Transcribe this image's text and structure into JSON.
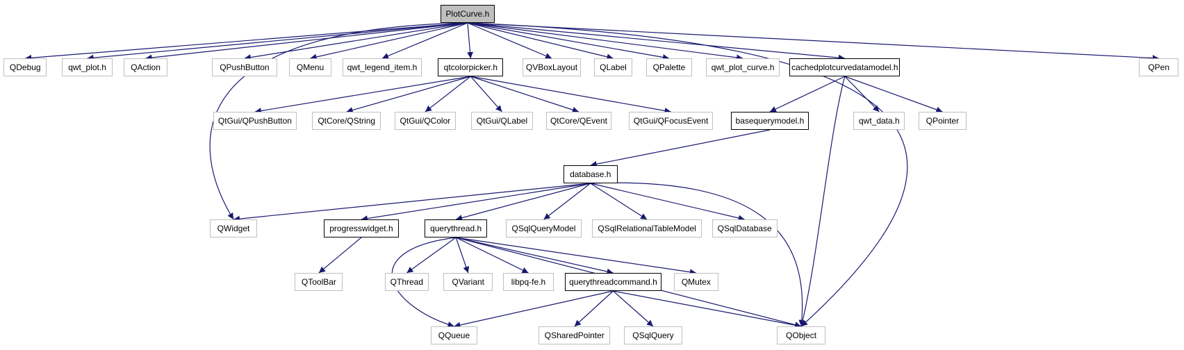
{
  "graph": {
    "colors": {
      "edge": "#191970",
      "node_border": "#bfbfbf",
      "local_border": "#000000",
      "root_fill": "#bfbfbf"
    },
    "nodes": [
      {
        "id": "plotcurve",
        "label": "PlotCurve.h",
        "kind": "root"
      },
      {
        "id": "qdebug",
        "label": "QDebug",
        "kind": "external"
      },
      {
        "id": "qwt_plot",
        "label": "qwt_plot.h",
        "kind": "external"
      },
      {
        "id": "qaction",
        "label": "QAction",
        "kind": "external"
      },
      {
        "id": "qpushbutton",
        "label": "QPushButton",
        "kind": "external"
      },
      {
        "id": "qmenu",
        "label": "QMenu",
        "kind": "external"
      },
      {
        "id": "qwt_legend_item",
        "label": "qwt_legend_item.h",
        "kind": "external"
      },
      {
        "id": "qtcolorpicker",
        "label": "qtcolorpicker.h",
        "kind": "local"
      },
      {
        "id": "qvboxlayout",
        "label": "QVBoxLayout",
        "kind": "external"
      },
      {
        "id": "qlabel",
        "label": "QLabel",
        "kind": "external"
      },
      {
        "id": "qpalette",
        "label": "QPalette",
        "kind": "external"
      },
      {
        "id": "qwt_plot_curve",
        "label": "qwt_plot_curve.h",
        "kind": "external"
      },
      {
        "id": "cachedplot",
        "label": "cachedplotcurvedatamodel.h",
        "kind": "local"
      },
      {
        "id": "qpen",
        "label": "QPen",
        "kind": "external"
      },
      {
        "id": "qtgui_qpushbutton",
        "label": "QtGui/QPushButton",
        "kind": "external"
      },
      {
        "id": "qtcore_qstring",
        "label": "QtCore/QString",
        "kind": "external"
      },
      {
        "id": "qtgui_qcolor",
        "label": "QtGui/QColor",
        "kind": "external"
      },
      {
        "id": "qtgui_qlabel",
        "label": "QtGui/QLabel",
        "kind": "external"
      },
      {
        "id": "qtcore_qevent",
        "label": "QtCore/QEvent",
        "kind": "external"
      },
      {
        "id": "qtgui_qfocusevent",
        "label": "QtGui/QFocusEvent",
        "kind": "external"
      },
      {
        "id": "basequerymodel",
        "label": "basequerymodel.h",
        "kind": "local"
      },
      {
        "id": "qwt_data",
        "label": "qwt_data.h",
        "kind": "external"
      },
      {
        "id": "qpointer",
        "label": "QPointer",
        "kind": "external"
      },
      {
        "id": "database",
        "label": "database.h",
        "kind": "local"
      },
      {
        "id": "qwidget",
        "label": "QWidget",
        "kind": "external"
      },
      {
        "id": "progresswidget",
        "label": "progresswidget.h",
        "kind": "local"
      },
      {
        "id": "querythread",
        "label": "querythread.h",
        "kind": "local"
      },
      {
        "id": "qsqlquerymodel",
        "label": "QSqlQueryModel",
        "kind": "external"
      },
      {
        "id": "qsqlrelational",
        "label": "QSqlRelationalTableModel",
        "kind": "external"
      },
      {
        "id": "qsqldatabase",
        "label": "QSqlDatabase",
        "kind": "external"
      },
      {
        "id": "qtoolbar",
        "label": "QToolBar",
        "kind": "external"
      },
      {
        "id": "qthread",
        "label": "QThread",
        "kind": "external"
      },
      {
        "id": "qvariant",
        "label": "QVariant",
        "kind": "external"
      },
      {
        "id": "libpq",
        "label": "libpq-fe.h",
        "kind": "external"
      },
      {
        "id": "querythreadcommand",
        "label": "querythreadcommand.h",
        "kind": "local"
      },
      {
        "id": "qmutex",
        "label": "QMutex",
        "kind": "external"
      },
      {
        "id": "qqueue",
        "label": "QQueue",
        "kind": "external"
      },
      {
        "id": "qsharedpointer",
        "label": "QSharedPointer",
        "kind": "external"
      },
      {
        "id": "qsqlquery",
        "label": "QSqlQuery",
        "kind": "external"
      },
      {
        "id": "qobject",
        "label": "QObject",
        "kind": "external"
      }
    ],
    "edges": [
      [
        "plotcurve",
        "qdebug"
      ],
      [
        "plotcurve",
        "qwt_plot"
      ],
      [
        "plotcurve",
        "qaction"
      ],
      [
        "plotcurve",
        "qpushbutton"
      ],
      [
        "plotcurve",
        "qmenu"
      ],
      [
        "plotcurve",
        "qwt_legend_item"
      ],
      [
        "plotcurve",
        "qtcolorpicker"
      ],
      [
        "plotcurve",
        "qvboxlayout"
      ],
      [
        "plotcurve",
        "qlabel"
      ],
      [
        "plotcurve",
        "qpalette"
      ],
      [
        "plotcurve",
        "qwt_plot_curve"
      ],
      [
        "plotcurve",
        "cachedplot"
      ],
      [
        "plotcurve",
        "qpen"
      ],
      [
        "plotcurve",
        "qwidget"
      ],
      [
        "plotcurve",
        "qobject"
      ],
      [
        "qtcolorpicker",
        "qtgui_qpushbutton"
      ],
      [
        "qtcolorpicker",
        "qtcore_qstring"
      ],
      [
        "qtcolorpicker",
        "qtgui_qcolor"
      ],
      [
        "qtcolorpicker",
        "qtgui_qlabel"
      ],
      [
        "qtcolorpicker",
        "qtcore_qevent"
      ],
      [
        "qtcolorpicker",
        "qtgui_qfocusevent"
      ],
      [
        "cachedplot",
        "basequerymodel"
      ],
      [
        "cachedplot",
        "qwt_data"
      ],
      [
        "cachedplot",
        "qpointer"
      ],
      [
        "cachedplot",
        "qobject"
      ],
      [
        "basequerymodel",
        "database"
      ],
      [
        "database",
        "qwidget"
      ],
      [
        "database",
        "progresswidget"
      ],
      [
        "database",
        "querythread"
      ],
      [
        "database",
        "qsqlquerymodel"
      ],
      [
        "database",
        "qsqlrelational"
      ],
      [
        "database",
        "qsqldatabase"
      ],
      [
        "database",
        "qobject"
      ],
      [
        "progresswidget",
        "qtoolbar"
      ],
      [
        "querythread",
        "qthread"
      ],
      [
        "querythread",
        "qvariant"
      ],
      [
        "querythread",
        "libpq"
      ],
      [
        "querythread",
        "querythreadcommand"
      ],
      [
        "querythread",
        "qmutex"
      ],
      [
        "querythread",
        "qqueue"
      ],
      [
        "querythread",
        "qobject"
      ],
      [
        "querythreadcommand",
        "qqueue"
      ],
      [
        "querythreadcommand",
        "qsharedpointer"
      ],
      [
        "querythreadcommand",
        "qsqlquery"
      ],
      [
        "querythreadcommand",
        "qobject"
      ]
    ]
  }
}
